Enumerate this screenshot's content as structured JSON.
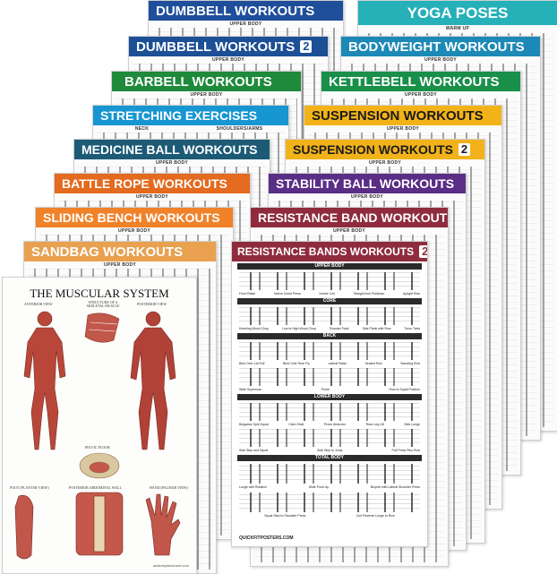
{
  "posters": [
    {
      "title": "DUMBBELL WORKOUTS",
      "subtitle": "UPPER BODY",
      "color": "#1f4e9b"
    },
    {
      "title": "DUMBBELL WORKOUTS",
      "volume": "2",
      "subtitle": "UPPER BODY",
      "color": "#1c4f96"
    },
    {
      "title": "BARBELL WORKOUTS",
      "subtitle": "UPPER BODY",
      "color": "#1f8a3b"
    },
    {
      "title": "STRETCHING EXERCISES",
      "subtitles": [
        "NECK",
        "SHOULDERS/ARMS"
      ],
      "color": "#1796d2"
    },
    {
      "title": "MEDICINE BALL WORKOUTS",
      "subtitle": "UPPER BODY",
      "color": "#1c5a76"
    },
    {
      "title": "BATTLE ROPE WORKOUTS",
      "subtitle": "UPPER BODY",
      "color": "#e36a1e"
    },
    {
      "title": "SLIDING BENCH WORKOUTS",
      "subtitle": "UPPER BODY",
      "color": "#f0822a"
    },
    {
      "title": "SANDBAG WORKOUTS",
      "subtitle": "UPPER BODY",
      "color": "#e9a04f"
    },
    {
      "title": "YOGA POSES",
      "subtitle": "WARM UP",
      "color": "#26b0b8"
    },
    {
      "title": "BODYWEIGHT WORKOUTS",
      "subtitle": "UPPER BODY",
      "color": "#1d89b6"
    },
    {
      "title": "KETTLEBELL WORKOUTS",
      "subtitle": "UPPER BODY",
      "color": "#1a8f4a"
    },
    {
      "title": "SUSPENSION WORKOUTS",
      "subtitle": "UPPER BODY",
      "color": "#f3b318"
    },
    {
      "title": "SUSPENSION WORKOUTS",
      "volume": "2",
      "subtitle": "UPPER BODY",
      "color": "#f1b21a"
    },
    {
      "title": "STABILITY BALL WORKOUTS",
      "subtitle": "UPPER BODY",
      "color": "#5a2d86"
    },
    {
      "title": "RESISTANCE BAND WORKOUTS",
      "subtitle": "UPPER BODY",
      "color": "#8e2c3e"
    }
  ],
  "front": {
    "title": "RESISTANCE BANDS WORKOUTS",
    "volume": "2",
    "color": "#8e2c3e",
    "sections": [
      "UPPER BODY",
      "CORE",
      "BACK",
      "LOWER BODY",
      "TOTAL BODY"
    ],
    "captions": [
      [
        "Front Raise",
        "Incline Chest Press",
        "Incline Curl",
        "Straight Arm Pulldown",
        "Upright Row"
      ],
      [
        "Kneeling Wood Chop",
        "Low to High Wood Chop",
        "Russian Twist",
        "Side Plank with Row",
        "Torso Twist"
      ],
      [
        "Bent Over Lat Pull",
        "Bent Over Rear Fly",
        "Lateral Raise",
        "Seated Row",
        "Standing Row"
      ],
      [
        "Wide Superman",
        "Prone",
        "Row to Squat Position"
      ],
      [
        "Bulgarian Split Squat",
        "Clam Shell",
        "Prone Abductor",
        "Rear Leg Lift",
        "Side Lunge"
      ],
      [
        "Side Step and Squat",
        "Side Step to Jump",
        "Pull Press Plus Row"
      ],
      [
        "Lunge with Rotation",
        "Wide Push Up",
        "Burpee with Lateral Shoulder Press"
      ],
      [
        "Squat Step to Shoulder Press",
        "Curl Reverse Lunge to Row"
      ]
    ],
    "footer": "QUICKFITPOSTERS.COM"
  },
  "muscle": {
    "title": "THE MUSCULAR SYSTEM",
    "labels": {
      "anterior": "ANTERIOR VIEW",
      "structure": "STRUCTURE OF A SKELETAL MUSCLE",
      "posterior": "POSTERIOR VIEW",
      "pelvic": "PELVIC FLOOR",
      "abdominal": "POSTERIOR ABDOMINAL WALL",
      "foot": "FOOT (PLANTAR VIEW)",
      "hand": "HAND (PALMAR VIEW)"
    },
    "credit": "anatomyfactsheet.com"
  }
}
